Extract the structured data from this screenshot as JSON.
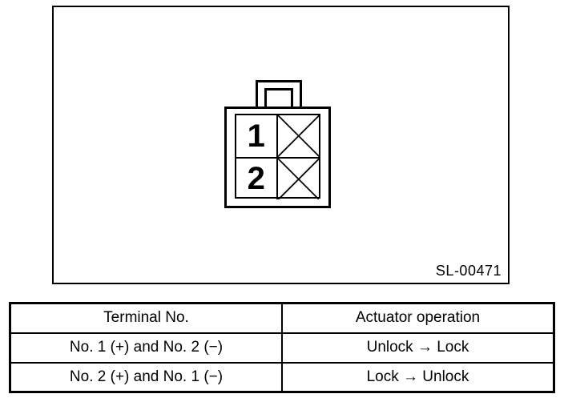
{
  "figure": {
    "label": "SL-00471",
    "connector": {
      "terminal_1": "1",
      "terminal_2": "2"
    }
  },
  "table": {
    "headers": [
      "Terminal No.",
      "Actuator operation"
    ],
    "rows": [
      [
        "No. 1 (+) and No. 2 (−)",
        "Unlock → Lock"
      ],
      [
        "No. 2 (+) and No. 1 (−)",
        "Lock → Unlock"
      ]
    ]
  },
  "colors": {
    "line": "#000000",
    "background": "#ffffff"
  }
}
